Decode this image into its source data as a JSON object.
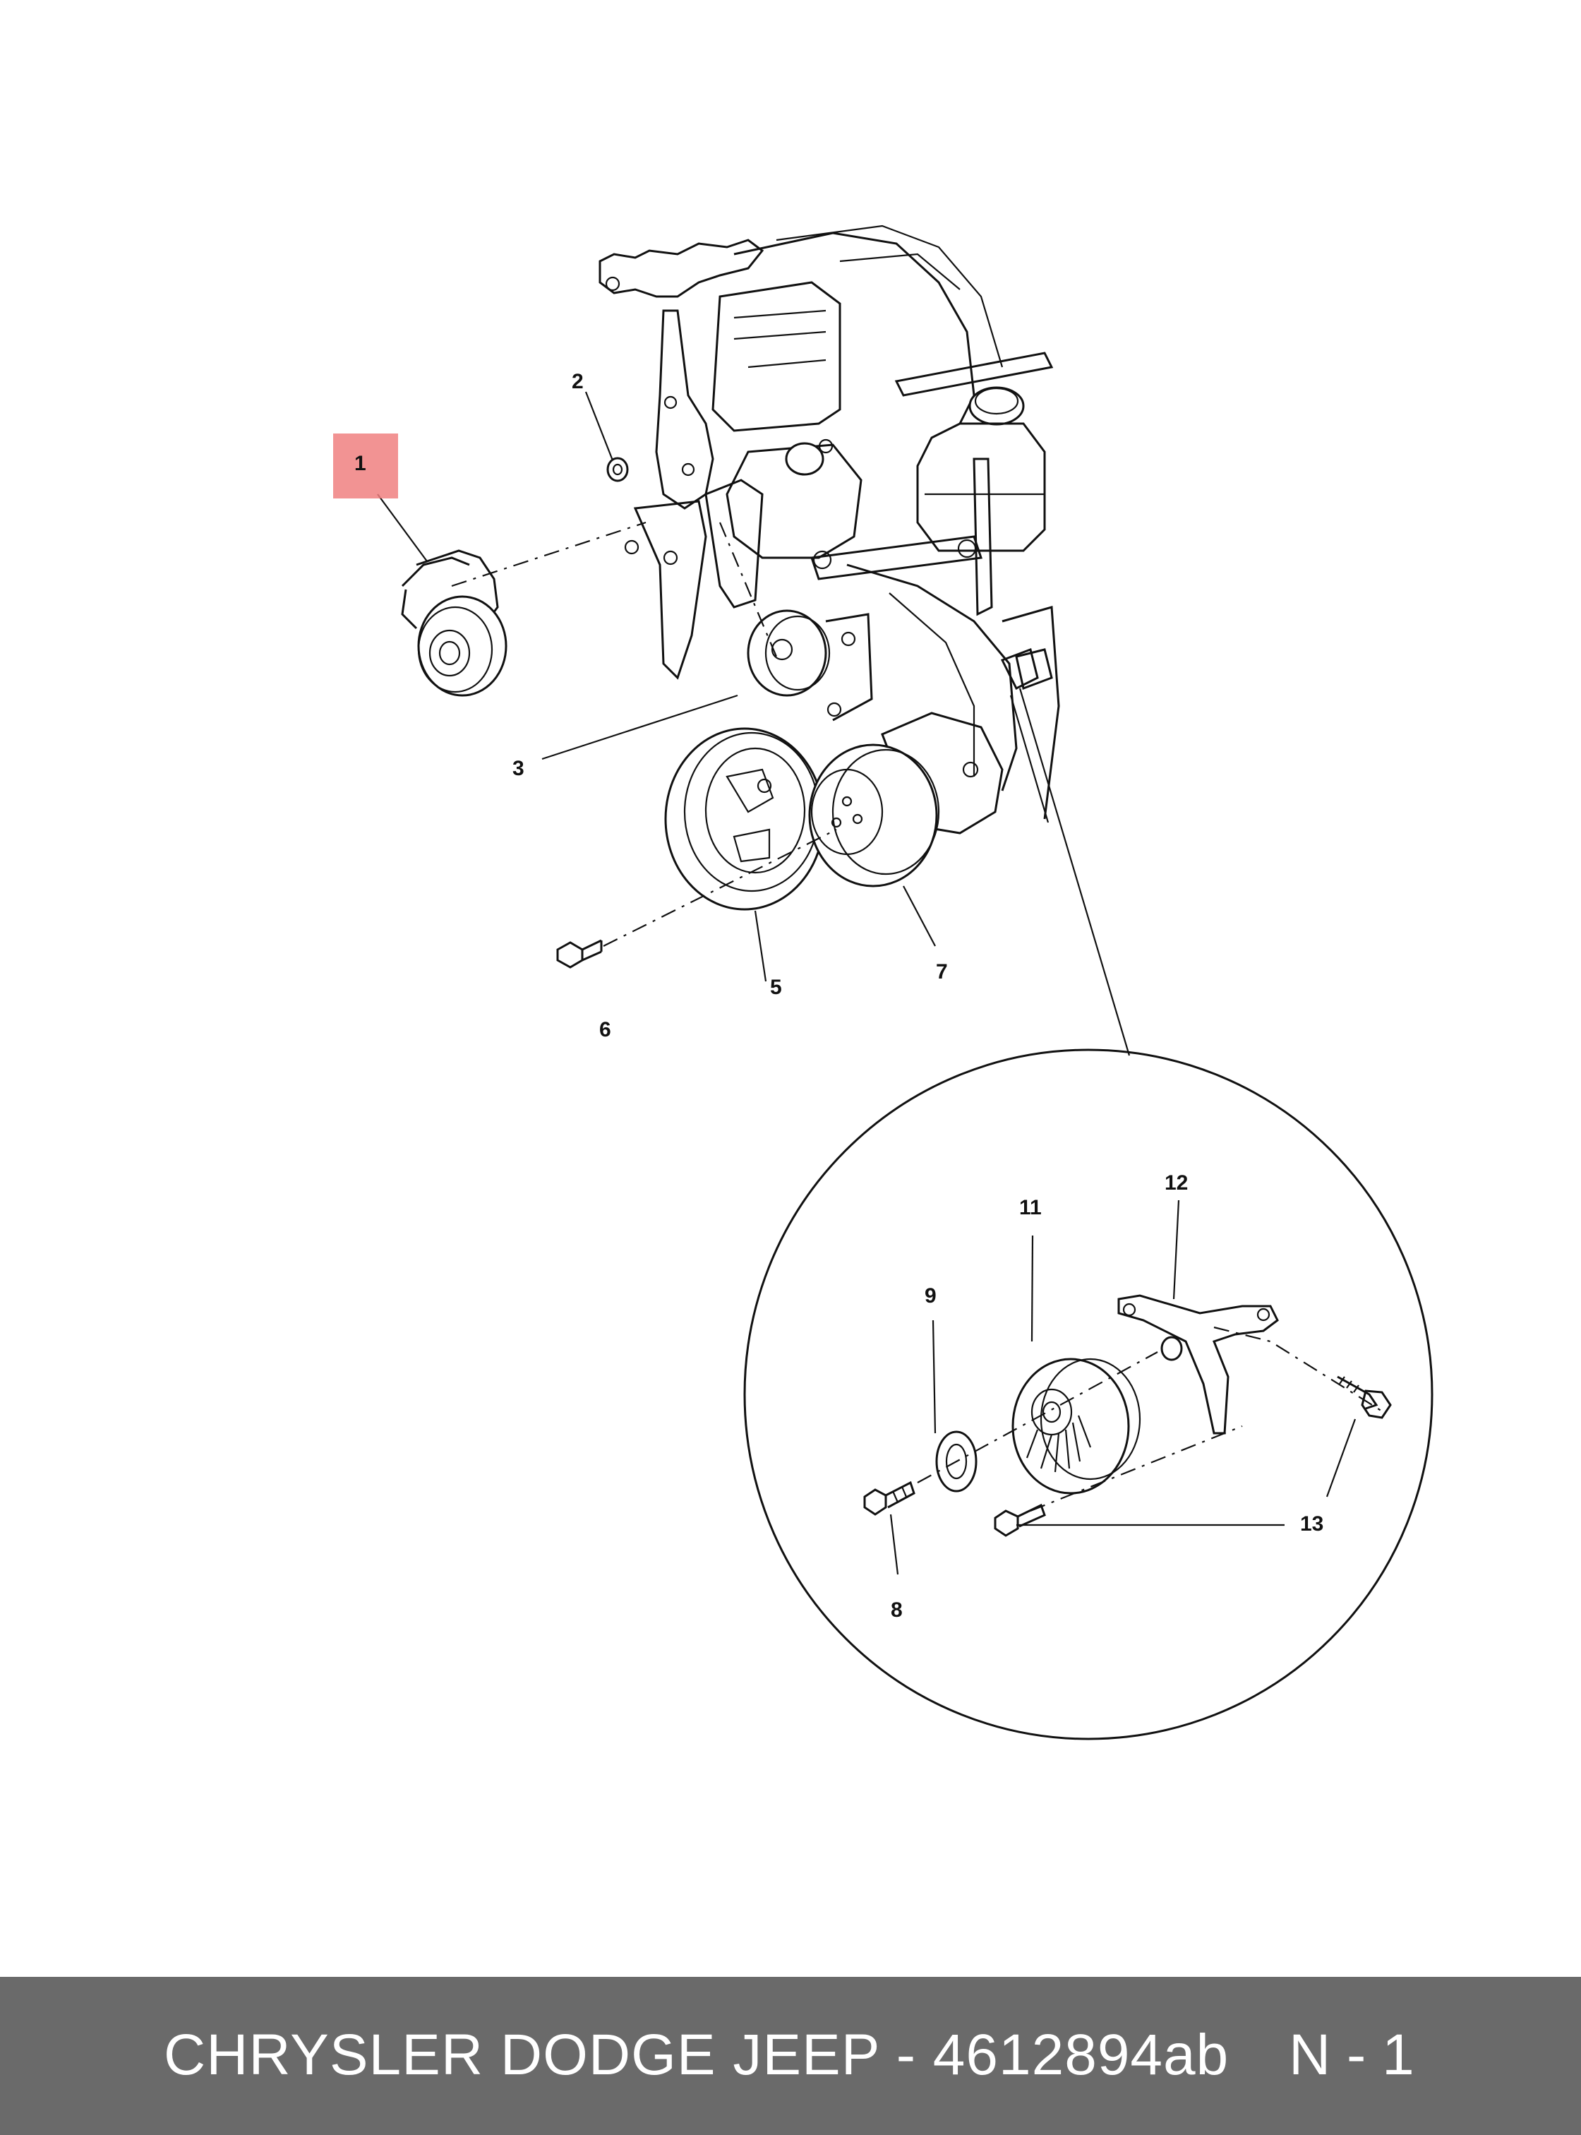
{
  "diagram": {
    "highlight_color": "#f08080",
    "callouts": [
      "1",
      "2",
      "3",
      "5",
      "6",
      "7",
      "8",
      "9",
      "11",
      "12",
      "13"
    ]
  },
  "footer": {
    "title": "CHRYSLER DODGE JEEP - 4612894ab",
    "page": "N - 1",
    "background": "#6a6a6a"
  }
}
